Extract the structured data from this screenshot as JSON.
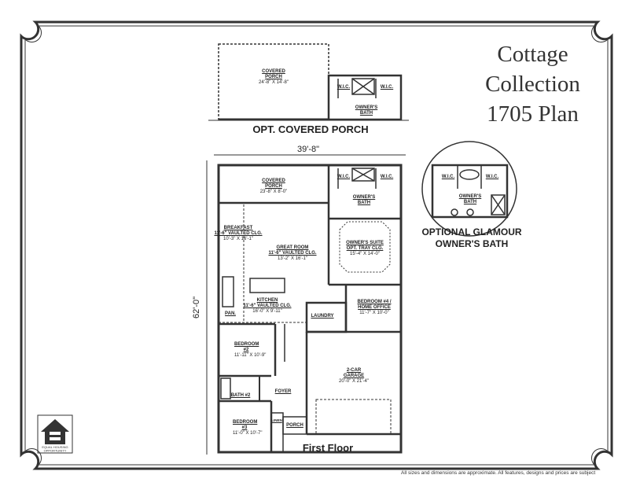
{
  "title": {
    "line1": "Cottage",
    "line2": "Collection",
    "line3": "1705 Plan"
  },
  "optional_porch": {
    "caption": "OPT. COVERED PORCH",
    "rooms": [
      {
        "name": "COVERED PORCH",
        "dims": "24'-8\" X 14'-8\""
      },
      {
        "name": "W.I.C.",
        "dims": ""
      },
      {
        "name": "W.I.C.",
        "dims": ""
      },
      {
        "name": "OWNER'S BATH",
        "dims": ""
      }
    ]
  },
  "glamour_bath": {
    "caption1": "OPTIONAL GLAMOUR",
    "caption2": "OWNER'S BATH",
    "rooms": [
      {
        "name": "W.I.C."
      },
      {
        "name": "W.I.C."
      },
      {
        "name": "OWNER'S BATH"
      }
    ]
  },
  "first_floor": {
    "caption": "First Floor",
    "width_dim": "39'-8\"",
    "depth_dim": "62'-0\"",
    "rooms": [
      {
        "name": "COVERED PORCH",
        "note": "",
        "dims": "23'-8\" X 8'-0\""
      },
      {
        "name": "W.I.C.",
        "note": "",
        "dims": ""
      },
      {
        "name": "W.I.C.",
        "note": "",
        "dims": ""
      },
      {
        "name": "OWNER'S BATH",
        "note": "",
        "dims": ""
      },
      {
        "name": "BREAKFAST",
        "note": "11'-6\" VAULTED CLG.",
        "dims": "10'-3\" X 16'-1\""
      },
      {
        "name": "GREAT ROOM",
        "note": "11'-6\" VAULTED CLG.",
        "dims": "13'-2\" X 16'-1\""
      },
      {
        "name": "OWNER'S SUITE",
        "note": "OPT. TRAY CLG.",
        "dims": "15'-4\" X 14'-0\""
      },
      {
        "name": "KITCHEN",
        "note": "11'-6\" VAULTED CLG.",
        "dims": "16'-0\" X 9'-11\""
      },
      {
        "name": "PAN.",
        "note": "",
        "dims": ""
      },
      {
        "name": "LAUNDRY",
        "note": "",
        "dims": ""
      },
      {
        "name": "BEDROOM #4 / HOME OFFICE",
        "note": "",
        "dims": "11'-7\" X 10'-0\""
      },
      {
        "name": "BEDROOM #2",
        "note": "",
        "dims": "11'-11\" X 10'-9\""
      },
      {
        "name": "2-CAR GARAGE",
        "note": "",
        "dims": "20'-0\" X 21'-4\""
      },
      {
        "name": "BATH #2",
        "note": "",
        "dims": ""
      },
      {
        "name": "FOYER",
        "note": "",
        "dims": ""
      },
      {
        "name": "BEDROOM #3",
        "note": "",
        "dims": "11'-0\" X 10'-7\""
      },
      {
        "name": "LINEN",
        "note": "",
        "dims": ""
      },
      {
        "name": "PORCH",
        "note": "",
        "dims": ""
      }
    ]
  },
  "logo": {
    "text": "EQUAL HOUSING OPPORTUNITY"
  },
  "disclaimer": "All sizes and dimensions are approximate. All features, designs and prices are subject"
}
